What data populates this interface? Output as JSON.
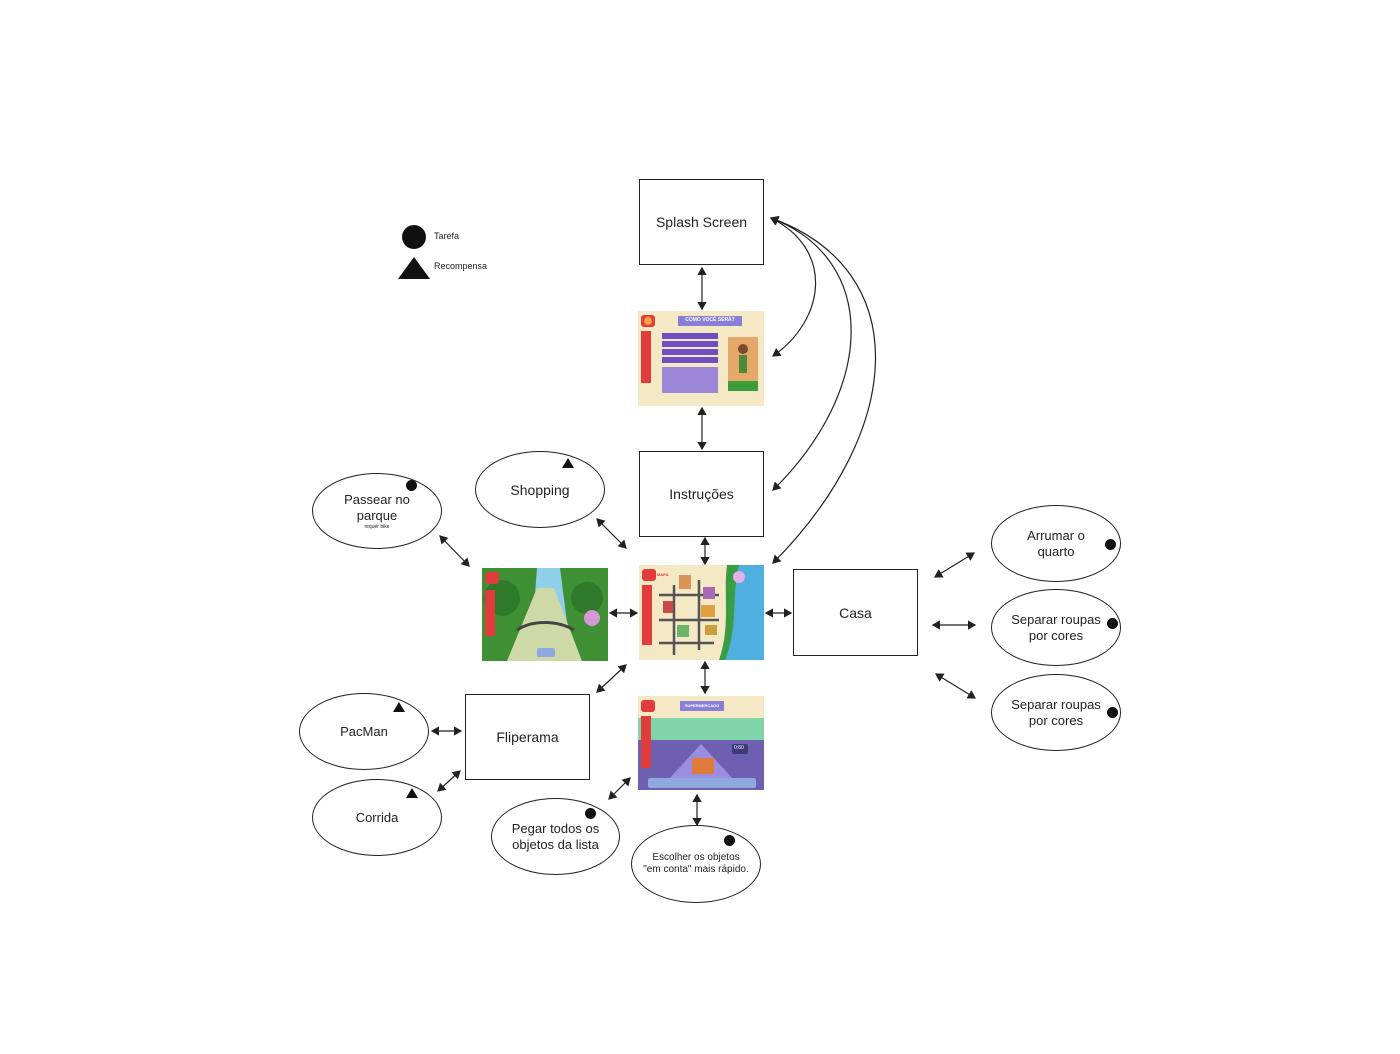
{
  "legend": {
    "task_label": "Tarefa",
    "reward_label": "Recompensa"
  },
  "nodes": {
    "splash": "Splash Screen",
    "instrucoes": "Instruções",
    "casa": "Casa",
    "fliperama": "Fliperama"
  },
  "ellipses": {
    "shopping": "Shopping",
    "parque_line1": "Passear no",
    "parque_line2": "parque",
    "parque_note": "requer bike",
    "pacman": "PacMan",
    "corrida": "Corrida",
    "pegar_line1": "Pegar todos os",
    "pegar_line2": "objetos da lista",
    "escolher_line1": "Escolher os objetos",
    "escolher_line2": "\"em conta\" mais rápido.",
    "arrumar_line1": "Arrumar o",
    "arrumar_line2": "quarto",
    "separar1_line1": "Separar roupas",
    "separar1_line2": "por cores",
    "separar2_line1": "Separar roupas",
    "separar2_line2": "por cores"
  },
  "screens": {
    "char_title": "COMO VOCÊ SERÁ?",
    "map_label": "MAPA",
    "market_title": "SUPERMERCADO",
    "market_timer": "0:60"
  },
  "colors": {
    "line": "#222222",
    "panel_bg": "#f4e9c4",
    "side_red": "#e23b3b",
    "purple": "#8a7fd6",
    "forest": "#4f9a3a",
    "sea": "#4fb0e0"
  }
}
